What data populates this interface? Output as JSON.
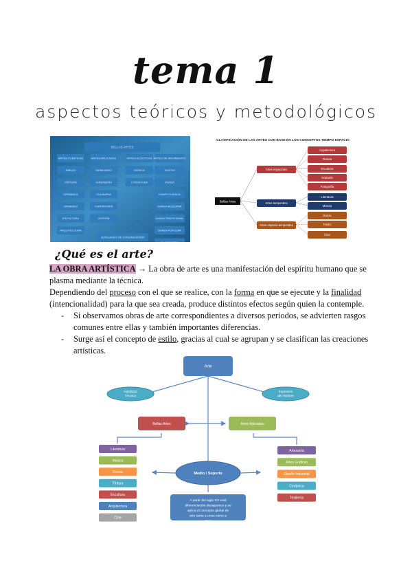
{
  "title": "tema 1",
  "subtitle": "aspectos teóricos y metodológicos",
  "heading": "¿Qué es el arte?",
  "body": {
    "term": "LA OBRA ARTÍSTICA",
    "arrow": "→",
    "def": " La obra de arte es una manifestación del espíritu humano que se plasma mediante la técnica.",
    "p2a": "Dependiendo del ",
    "p2u1": "proceso",
    "p2b": " con el que se realice, con la ",
    "p2u2": "forma",
    "p2c": " en que se ejecute y la ",
    "p2u3": "finalidad",
    "p2d": " (intencionalidad) para la que sea creada, produce distintos efectos según quien la contemple.",
    "dash": "-",
    "b1": "Si observamos obras de arte correspondientes a diversos periodos, se advierten rasgos comunes entre ellas y también importantes diferencias.",
    "b2a": "Surge así el concepto de ",
    "b2u": "estilo",
    "b2b": ", gracias al cual se agrupan y se clasifican las creaciones artísticas."
  },
  "img1": {
    "top": "BELLAS ARTES",
    "cols": [
      [
        "ARTES PLÁSTICAS",
        "DIBUJO",
        "PINTURA",
        "CERÁMICA",
        "GRABADO",
        "ESCULTURA",
        "ARQUITECTURA"
      ],
      [
        "ARTES APLICADAS",
        "MOBILIARIO",
        "JARDINERÍA",
        "CULINARIA",
        "CARPINTERÍA",
        "JOYERÍA"
      ],
      [
        "ARTES ACÚSTICAS",
        "MÚSICA",
        "LITERATURA"
      ],
      [
        "ARTES DE MOVIMIENTO",
        "TEATRO",
        "DANZA",
        "DANZA CLÁSICA",
        "DANZA MODERNA",
        "DANZA TRADICIONAL",
        "DANZA POPULAR",
        "DANZA URBA"
      ]
    ],
    "bottom": "LENGUAJES DE COMUNICACIÓN"
  },
  "img2": {
    "title": "CLASIFICACIÓN DE LAS ARTES CON BASE EN LOS CONCEPTOS TIEMPO ESPACIO",
    "root": "Bellas Artes",
    "groups": [
      {
        "label": "Artes espaciales",
        "color": "#b23a3a",
        "items": [
          "Arquitectura",
          "Pintura",
          "Escultura",
          "Grabado",
          "Fotografía"
        ]
      },
      {
        "label": "Artes temporales",
        "color": "#1f3c6b",
        "items": [
          "Literatura",
          "Música"
        ]
      },
      {
        "label": "Artes espacio-temporales",
        "color": "#a9561c",
        "items": [
          "Danza",
          "Teatro",
          "Cine"
        ]
      }
    ]
  },
  "diagram": {
    "root": "Arte",
    "left_oval": "Habilidad Técnica",
    "right_oval": "Expresión del Hombre",
    "bellas": "Bellas Artes",
    "aplicadas": "Artes Aplicadas",
    "left_items": [
      "Literatura",
      "Música",
      "Danza",
      "Pintura",
      "Escultura",
      "Arquitectura",
      "Cine"
    ],
    "left_colors": [
      "#8064a2",
      "#9bbb59",
      "#f79646",
      "#4bacc6",
      "#c0504d",
      "#4f81bd",
      "#a5a5a5"
    ],
    "right_items": [
      "Artesanía",
      "Artes Gráficas",
      "Diseño Industrial",
      "Cerámica",
      "Textilería"
    ],
    "right_colors": [
      "#8064a2",
      "#9bbb59",
      "#f79646",
      "#4bacc6",
      "#c0504d"
    ],
    "medio": "Medio / Soporte",
    "note": "A partir del siglo XX está diferenciación desaparece y se aplica el concepto global de arte tanto a unas como a otras."
  }
}
